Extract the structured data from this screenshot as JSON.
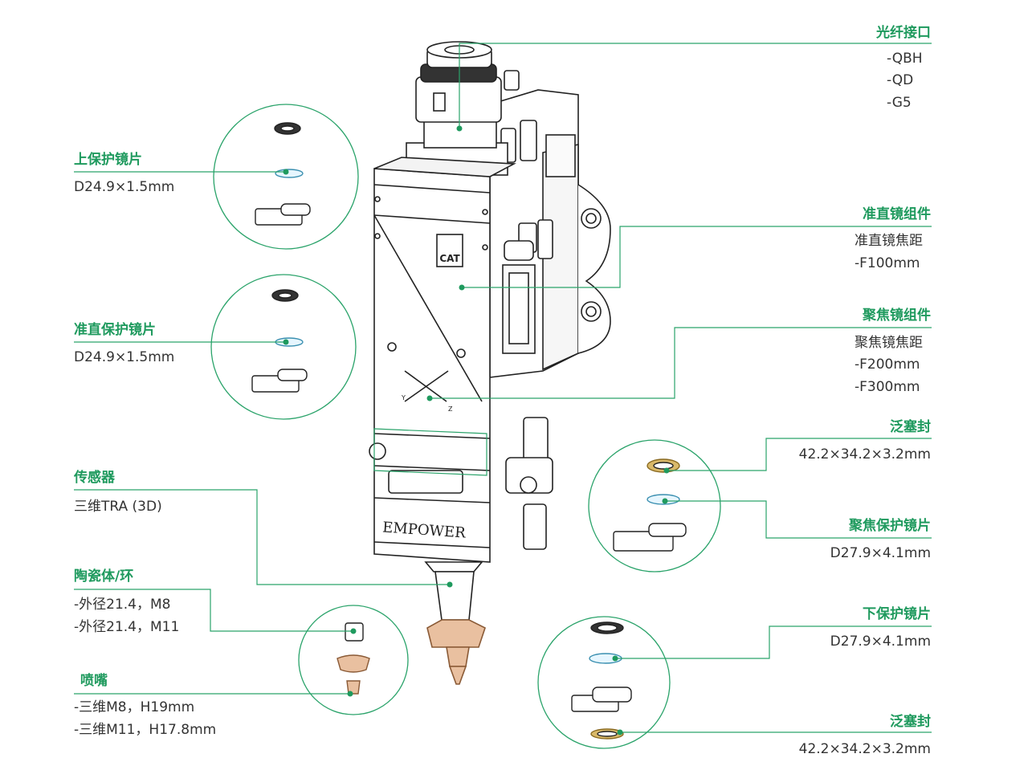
{
  "colors": {
    "accent": "#1f9a5e",
    "line": "#2aa36a",
    "drawing": "#222222",
    "copper": "#c98a5a"
  },
  "head_markings": {
    "brand": "EMPOWER",
    "logo": "CAT",
    "axis_y": "Y",
    "axis_z": "Z"
  },
  "right": {
    "fiber": {
      "title": "光纤接口",
      "specs": [
        "-QBH",
        "-QD",
        "-G5"
      ]
    },
    "collimator": {
      "title": "准直镜组件",
      "specs": [
        "准直镜焦距",
        "-F100mm"
      ]
    },
    "focus": {
      "title": "聚焦镜组件",
      "specs": [
        "聚焦镜焦距",
        "-F200mm",
        "-F300mm"
      ]
    },
    "seal1": {
      "title": "泛塞封",
      "specs": [
        "42.2×34.2×3.2mm"
      ]
    },
    "focus_protect": {
      "title": "聚焦保护镜片",
      "specs": [
        "D27.9×4.1mm"
      ]
    },
    "lower_protect": {
      "title": "下保护镜片",
      "specs": [
        "D27.9×4.1mm"
      ]
    },
    "seal2": {
      "title": "泛塞封",
      "specs": [
        "42.2×34.2×3.2mm"
      ]
    }
  },
  "left": {
    "upper_protect": {
      "title": "上保护镜片",
      "specs": [
        "D24.9×1.5mm"
      ]
    },
    "collim_protect": {
      "title": "准直保护镜片",
      "specs": [
        "D24.9×1.5mm"
      ]
    },
    "sensor": {
      "title": "传感器",
      "specs": [
        "三维TRA (3D)"
      ]
    },
    "ceramic": {
      "title": "陶瓷体/环",
      "specs": [
        "-外径21.4，M8",
        "-外径21.4，M11"
      ]
    },
    "nozzle": {
      "title": "喷嘴",
      "specs": [
        "-三维M8，H19mm",
        "-三维M11，H17.8mm"
      ]
    }
  }
}
